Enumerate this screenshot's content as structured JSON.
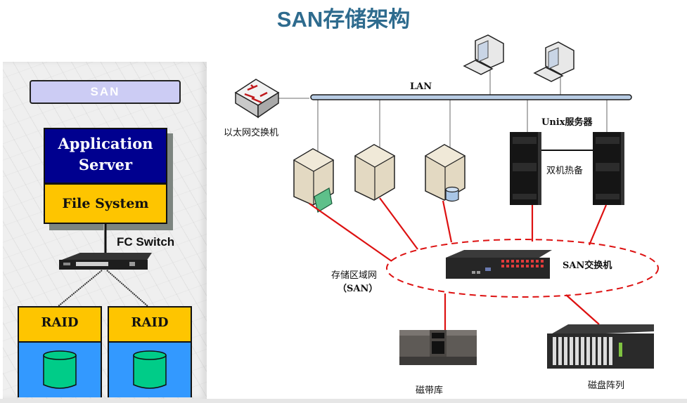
{
  "title": "SAN存储架构",
  "left_diagram": {
    "san_label": "SAN",
    "app_server_line1": "Application",
    "app_server_line2": "Server",
    "file_system": "File System",
    "fc_switch": "FC Switch",
    "raid_units": [
      {
        "label": "RAID"
      },
      {
        "label": "RAID"
      }
    ],
    "colors": {
      "san_pill": "#ccccf4",
      "app_server": "#00008f",
      "file_system": "#fec500",
      "raid_top": "#fec500",
      "raid_bottom": "#3399ff",
      "disk": "#00cc88"
    }
  },
  "right_diagram": {
    "lan_label": "LAN",
    "ethernet_switch_label": "以太网交换机",
    "unix_servers_label": "Unix服务器",
    "hot_standby_label": "双机热备",
    "san_network_label_line1": "存储区域网",
    "san_network_label_line2": "（SAN）",
    "san_switch_label": "SAN交换机",
    "tape_library_label": "磁带库",
    "disk_array_label": "磁盘阵列",
    "nodes": [
      {
        "id": "ethernet-switch",
        "icon": "network-switch-icon"
      },
      {
        "id": "workstation-1",
        "icon": "desktop-computer-icon"
      },
      {
        "id": "workstation-2",
        "icon": "desktop-computer-icon"
      },
      {
        "id": "server-1",
        "icon": "tower-server-money-icon"
      },
      {
        "id": "server-2",
        "icon": "tower-server-icon"
      },
      {
        "id": "server-3",
        "icon": "tower-server-database-icon"
      },
      {
        "id": "unix-server-1",
        "icon": "rack-server-icon"
      },
      {
        "id": "unix-server-2",
        "icon": "rack-server-icon"
      },
      {
        "id": "san-switch",
        "icon": "fc-switch-icon"
      },
      {
        "id": "tape-library",
        "icon": "tape-library-icon"
      },
      {
        "id": "disk-array",
        "icon": "disk-array-icon"
      }
    ],
    "colors": {
      "san_link": "#dd1111",
      "lan_bus": "#b8cce4",
      "lan_link": "#888888"
    }
  }
}
